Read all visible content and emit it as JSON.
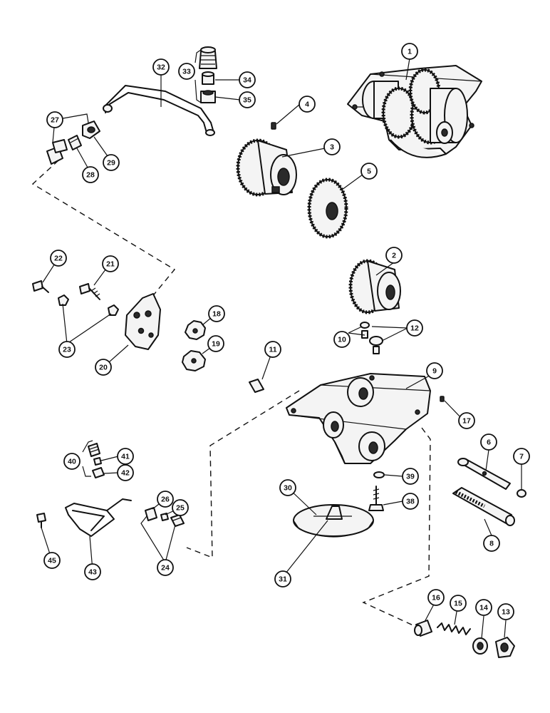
{
  "callouts": [
    {
      "id": "1",
      "label": "1"
    },
    {
      "id": "2",
      "label": "2"
    },
    {
      "id": "3",
      "label": "3"
    },
    {
      "id": "4",
      "label": "4"
    },
    {
      "id": "5",
      "label": "5"
    },
    {
      "id": "6",
      "label": "6"
    },
    {
      "id": "7",
      "label": "7"
    },
    {
      "id": "8",
      "label": "8"
    },
    {
      "id": "9",
      "label": "9"
    },
    {
      "id": "10",
      "label": "10"
    },
    {
      "id": "11",
      "label": "11"
    },
    {
      "id": "12",
      "label": "12"
    },
    {
      "id": "13",
      "label": "13"
    },
    {
      "id": "14",
      "label": "14"
    },
    {
      "id": "15",
      "label": "15"
    },
    {
      "id": "16",
      "label": "16"
    },
    {
      "id": "17",
      "label": "17"
    },
    {
      "id": "18",
      "label": "18"
    },
    {
      "id": "19",
      "label": "19"
    },
    {
      "id": "20",
      "label": "20"
    },
    {
      "id": "21",
      "label": "21"
    },
    {
      "id": "22",
      "label": "22"
    },
    {
      "id": "23",
      "label": "23"
    },
    {
      "id": "24",
      "label": "24"
    },
    {
      "id": "25",
      "label": "25"
    },
    {
      "id": "26",
      "label": "26"
    },
    {
      "id": "27",
      "label": "27"
    },
    {
      "id": "28",
      "label": "28"
    },
    {
      "id": "29",
      "label": "29"
    },
    {
      "id": "30",
      "label": "30"
    },
    {
      "id": "31",
      "label": "31"
    },
    {
      "id": "32",
      "label": "32"
    },
    {
      "id": "33",
      "label": "33"
    },
    {
      "id": "34",
      "label": "34"
    },
    {
      "id": "35",
      "label": "35"
    },
    {
      "id": "38",
      "label": "38"
    },
    {
      "id": "39",
      "label": "39"
    },
    {
      "id": "40",
      "label": "40"
    },
    {
      "id": "41",
      "label": "41"
    },
    {
      "id": "42",
      "label": "42"
    },
    {
      "id": "43",
      "label": "43"
    },
    {
      "id": "45",
      "label": "45"
    }
  ]
}
